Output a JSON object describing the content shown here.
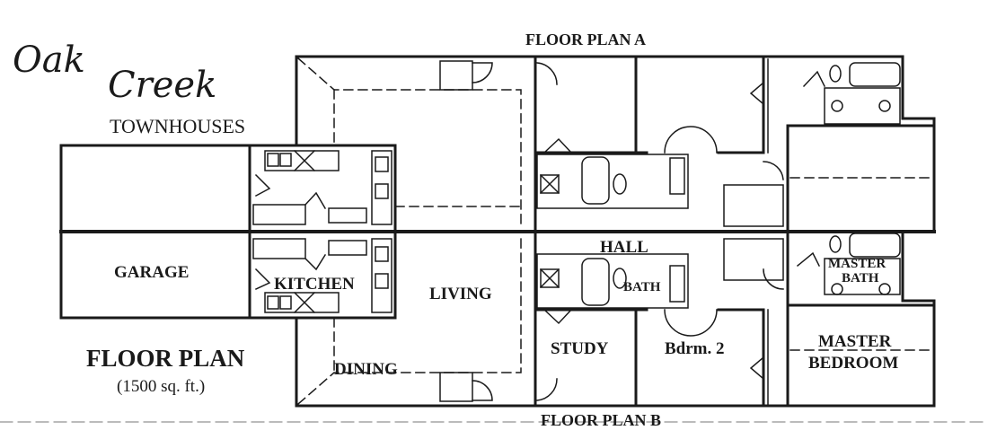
{
  "brand": {
    "logo_line1": "Oak",
    "logo_line2": "Creek",
    "tagline": "TOWNHOUSES"
  },
  "headings": {
    "plan_a": "FLOOR PLAN A",
    "plan_b": "FLOOR PLAN B",
    "floor_plan": "FLOOR PLAN",
    "area": "(1500 sq. ft.)"
  },
  "rooms": {
    "garage": "GARAGE",
    "kitchen": "KITCHEN",
    "living": "LIVING",
    "dining": "DINING",
    "study": "STUDY",
    "hall": "HALL",
    "bath": "BATH",
    "bedroom2": "Bdrm. 2",
    "master_bath_1": "MASTER",
    "master_bath_2": "BATH",
    "master_bedroom_1": "MASTER",
    "master_bedroom_2": "BEDROOM"
  },
  "colors": {
    "ink": "#1a1a1a",
    "paper": "#ffffff"
  }
}
